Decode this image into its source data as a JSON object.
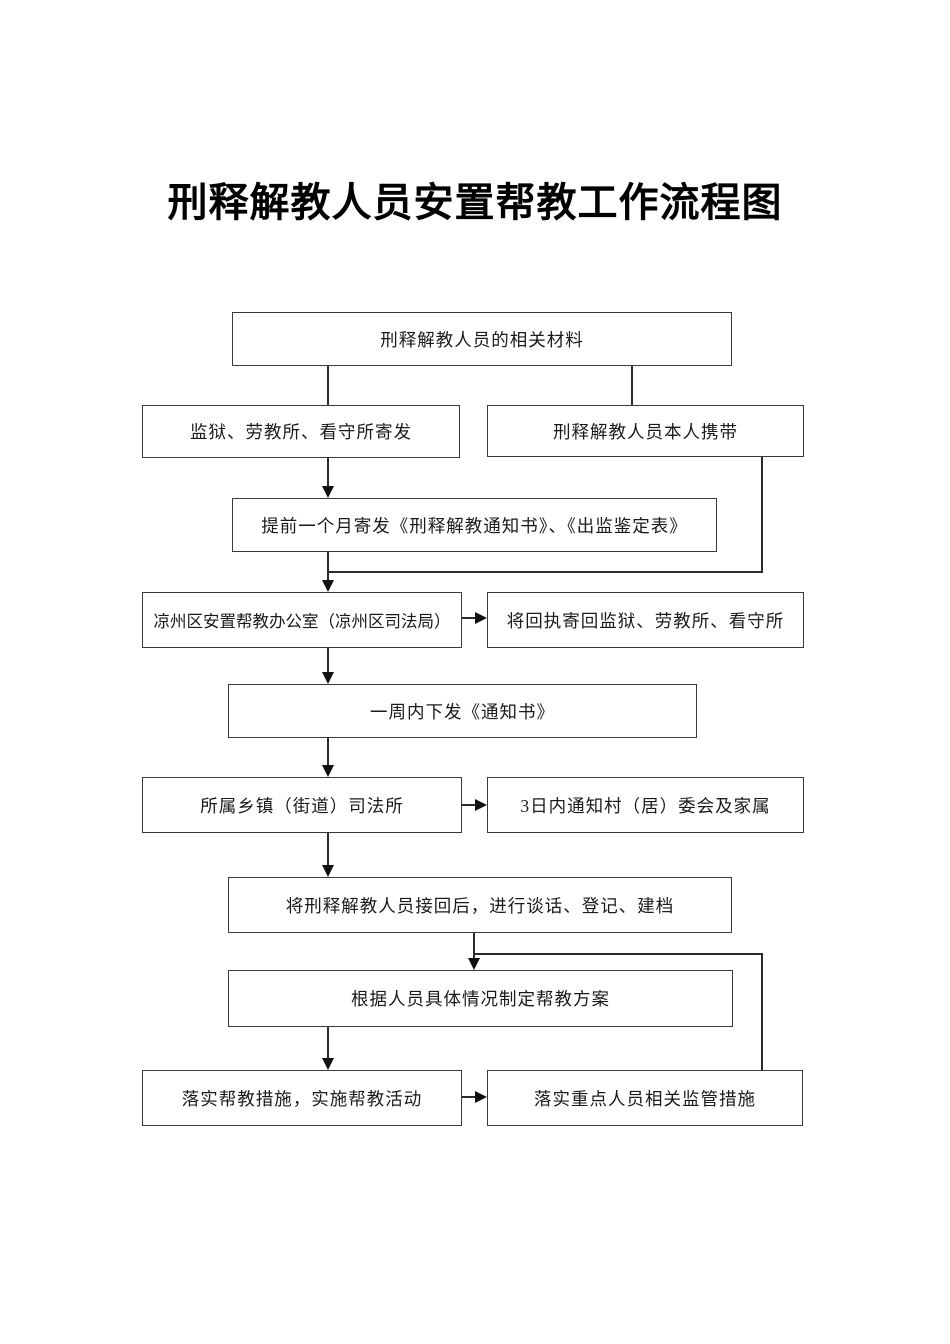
{
  "page": {
    "title": "刑释解教人员安置帮教工作流程图",
    "background": "#ffffff"
  },
  "colors": {
    "box_border": "#3a3a3a",
    "connector_line": "#2b2b2b",
    "arrowhead": "#111111",
    "text": "#1a1a1a"
  },
  "nodes": {
    "materials": {
      "label": "刑释解教人员的相关材料"
    },
    "prison_send": {
      "label": "监狱、劳教所、看守所寄发"
    },
    "self_carry": {
      "label": "刑释解教人员本人携带"
    },
    "advance_notice": {
      "label": "提前一个月寄发《刑释解教通知书》、《出监鉴定表》"
    },
    "office": {
      "label": "凉州区安置帮教办公室（凉州区司法局）"
    },
    "receipt_return": {
      "label": "将回执寄回监狱、劳教所、看守所"
    },
    "issue_notice": {
      "label": "一周内下发《通知书》"
    },
    "town_office": {
      "label": "所属乡镇（街道）司法所"
    },
    "notify_family": {
      "label": "3日内通知村（居）委会及家属"
    },
    "reception": {
      "label": "将刑释解教人员接回后，进行谈话、登记、建档"
    },
    "plan": {
      "label": "根据人员具体情况制定帮教方案"
    },
    "implement": {
      "label": "落实帮教措施，实施帮教活动"
    },
    "supervise": {
      "label": "落实重点人员相关监管措施"
    }
  }
}
